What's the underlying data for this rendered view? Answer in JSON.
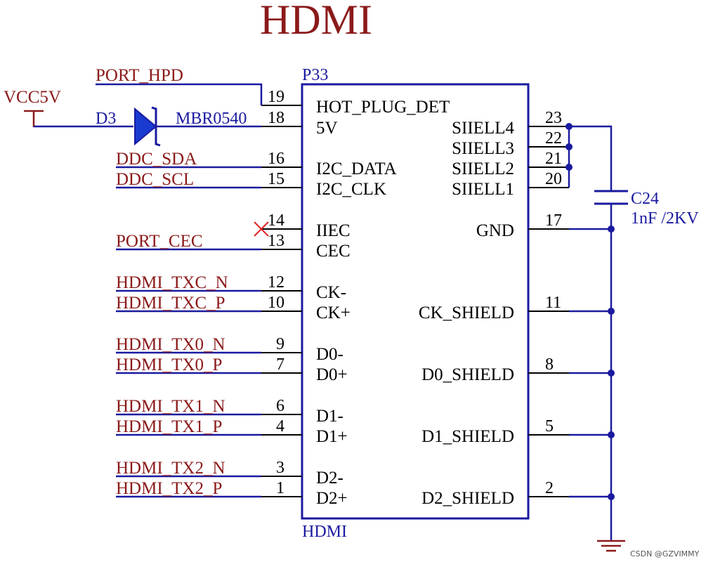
{
  "title": "HDMI",
  "part": {
    "designator": "P33",
    "name": "HDMI"
  },
  "power": {
    "label": "VCC5V"
  },
  "diode": {
    "designator": "D3",
    "value": "MBR0540"
  },
  "capacitor": {
    "designator": "C24",
    "value": "1nF /2KV"
  },
  "left_pins": [
    {
      "num": "19",
      "name": "HOT_PLUG_DET",
      "net": "PORT_HPD"
    },
    {
      "num": "18",
      "name": "5V",
      "net": ""
    },
    {
      "num": "16",
      "name": "I2C_DATA",
      "net": "DDC_SDA"
    },
    {
      "num": "15",
      "name": "I2C_CLK",
      "net": "DDC_SCL"
    },
    {
      "num": "14",
      "name": "IIEC",
      "net": ""
    },
    {
      "num": "13",
      "name": "CEC",
      "net": "PORT_CEC"
    },
    {
      "num": "12",
      "name": "CK-",
      "net": "HDMI_TXC_N"
    },
    {
      "num": "10",
      "name": "CK+",
      "net": "HDMI_TXC_P"
    },
    {
      "num": "9",
      "name": "D0-",
      "net": "HDMI_TX0_N"
    },
    {
      "num": "7",
      "name": "D0+",
      "net": "HDMI_TX0_P"
    },
    {
      "num": "6",
      "name": "D1-",
      "net": "HDMI_TX1_N"
    },
    {
      "num": "4",
      "name": "D1+",
      "net": "HDMI_TX1_P"
    },
    {
      "num": "3",
      "name": "D2-",
      "net": "HDMI_TX2_N"
    },
    {
      "num": "1",
      "name": "D2+",
      "net": "HDMI_TX2_P"
    }
  ],
  "right_pins": [
    {
      "num": "23",
      "name": "SIIELL4"
    },
    {
      "num": "22",
      "name": "SIIELL3"
    },
    {
      "num": "21",
      "name": "SIIELL2"
    },
    {
      "num": "20",
      "name": "SIIELL1"
    },
    {
      "num": "17",
      "name": "GND"
    },
    {
      "num": "11",
      "name": "CK_SHIELD"
    },
    {
      "num": "8",
      "name": "D0_SHIELD"
    },
    {
      "num": "5",
      "name": "D1_SHIELD"
    },
    {
      "num": "2",
      "name": "D2_SHIELD"
    }
  ],
  "watermark": "CSDN @GZVIMMY",
  "colors": {
    "wire": "#1a1aa0",
    "net_label": "#8b1a1a",
    "no_connect": "#e02020",
    "pin": "#000000"
  }
}
